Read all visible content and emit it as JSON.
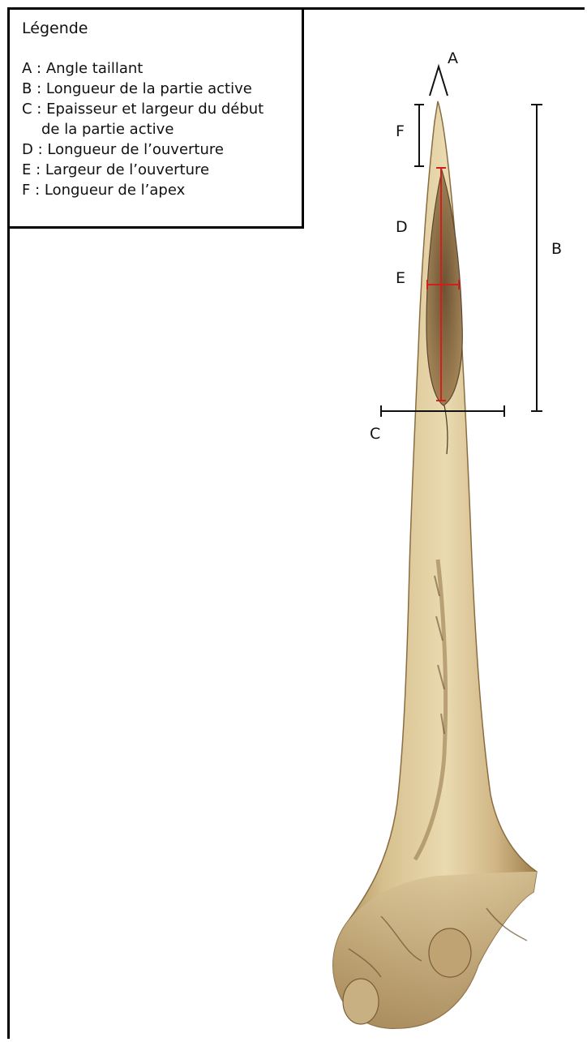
{
  "legend": {
    "title": "Légende",
    "items": [
      {
        "text": "A : Angle taillant"
      },
      {
        "text": "B : Longueur de la partie active"
      },
      {
        "text": "C : Epaisseur et largeur du début",
        "cont": "de la partie active"
      },
      {
        "text": "D : Longueur de l’ouverture"
      },
      {
        "text": "E : Largeur de l’ouverture"
      },
      {
        "text": "F : Longueur de l’apex"
      }
    ]
  },
  "labels": {
    "a": "A",
    "b": "B",
    "c": "C",
    "d": "D",
    "e": "E",
    "f": "F"
  },
  "colors": {
    "bone": "#dcc89a",
    "bone_shadow": "#a88a55",
    "bone_dark": "#5a4530",
    "measure_black": "#111111",
    "measure_red": "#d0201c"
  }
}
